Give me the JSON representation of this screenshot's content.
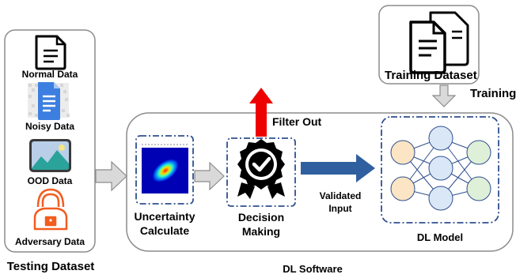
{
  "testing": {
    "title": "Testing Dataset",
    "items": [
      {
        "label": "Normal Data",
        "icon": "document-icon"
      },
      {
        "label": "Noisy Data",
        "icon": "noisy-document-icon"
      },
      {
        "label": "OOD Data",
        "icon": "landscape-image-icon"
      },
      {
        "label": "Adversary Data",
        "icon": "hacker-icon"
      }
    ]
  },
  "training": {
    "title": "Training Dataset",
    "arrow_label": "Training"
  },
  "software": {
    "title": "DL Software",
    "uncertainty": {
      "line1": "Uncertainty",
      "line2": "Calculate"
    },
    "decision": {
      "line1": "Decision",
      "line2": "Making"
    },
    "filter_label": "Filter Out",
    "validated": {
      "line1": "Validated",
      "line2": "Input"
    },
    "model_label": "DL Model"
  },
  "colors": {
    "box_border": "#8c8c8c",
    "dashed_border": "#2f4f8f",
    "arrow_gray": "#d9d9d9",
    "arrow_blue": "#2f5f9f",
    "arrow_red": "#ee0000",
    "node_yellow": "#fbe5c4",
    "node_blue": "#dae7f7",
    "node_green": "#dff0d8",
    "hacker": "#f25c1f"
  }
}
